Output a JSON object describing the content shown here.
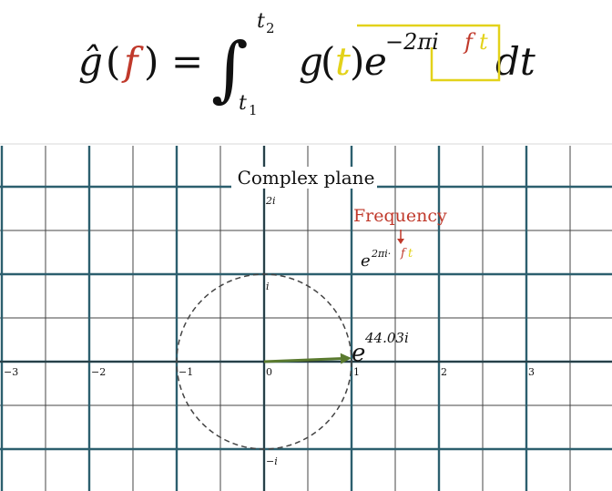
{
  "formula": {
    "lhs_function": "ĝ",
    "lhs_variable": "f",
    "equals": "=",
    "integral_sign": "∫",
    "upper_limit": "t",
    "upper_limit_sub": "2",
    "lower_limit": "t",
    "lower_limit_sub": "1",
    "integrand_function": "g",
    "integrand_variable": "t",
    "exp_base": "e",
    "exp_prefix": "−2πi",
    "exp_frequency": "f",
    "exp_time": "t",
    "differential": "dt"
  },
  "plane": {
    "title": "Complex plane",
    "x_tick_labels": [
      "−3",
      "−2",
      "−1",
      "0",
      "1",
      "2",
      "3"
    ],
    "y_tick_labels": {
      "top": "2i",
      "unit_up": "i",
      "unit_down": "−i"
    },
    "x_range": [
      -3,
      3
    ],
    "y_range": [
      -2,
      2
    ],
    "unit_circle_radius": 1,
    "vector_endpoint": [
      1,
      0.04
    ],
    "vector_label_base": "e",
    "vector_label_exponent": "44.03i",
    "frequency_label": "Frequency",
    "frequency_expr_base": "e",
    "frequency_expr_prefix": "2πi·",
    "frequency_expr_variable": "f",
    "frequency_expr_time": "t"
  },
  "colors": {
    "frequency": "#c0392b",
    "time": "#e3d21a",
    "grid": "#2c5f6e",
    "vector": "#5a7a2f",
    "background": "#ffffff"
  }
}
